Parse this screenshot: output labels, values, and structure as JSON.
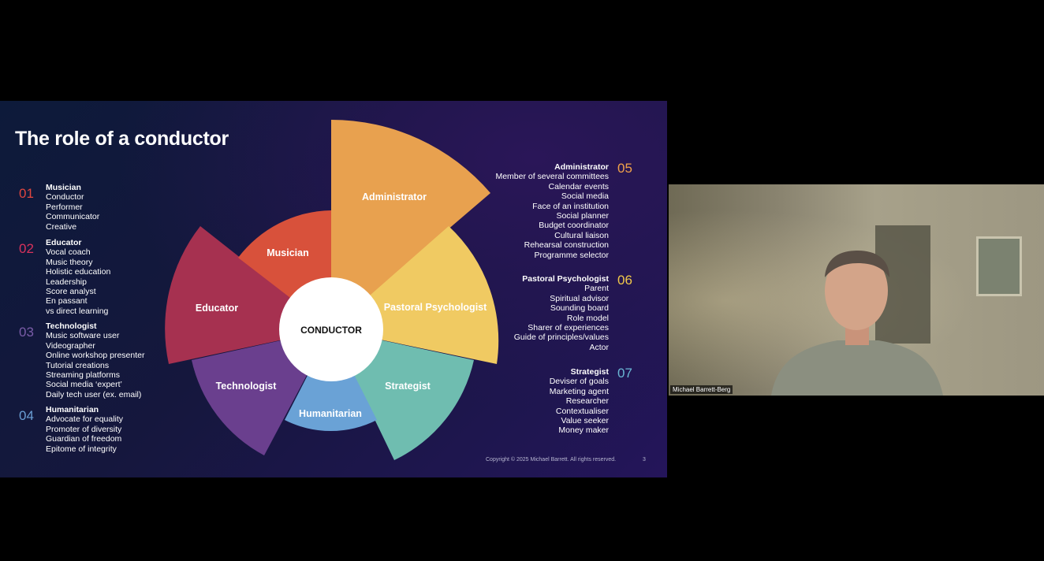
{
  "slide": {
    "title": "The role of a conductor",
    "left_roles": [
      {
        "number": "01",
        "heading": "Musician",
        "items": [
          "Conductor",
          "Performer",
          "Communicator",
          "Creative"
        ],
        "color": "#e0463f"
      },
      {
        "number": "02",
        "heading": "Educator",
        "items": [
          "Vocal coach",
          "Music theory",
          "Holistic education",
          "Leadership",
          "Score analyst",
          "En passant",
          "vs direct learning"
        ],
        "color": "#d9325c"
      },
      {
        "number": "03",
        "heading": "Technologist",
        "items": [
          "Music software user",
          "Videographer",
          "Online workshop presenter",
          "Tutorial creations",
          "Streaming platforms",
          "Social media ‘expert’",
          "Daily tech user (ex. email)"
        ],
        "color": "#7a5ca8"
      },
      {
        "number": "04",
        "heading": "Humanitarian",
        "items": [
          "Advocate for equality",
          "Promoter of diversity",
          "Guardian of freedom",
          "Epitome of integrity"
        ],
        "color": "#6a9ed4"
      }
    ],
    "right_roles": [
      {
        "number": "05",
        "heading": "Administrator",
        "items": [
          "Member of several committees",
          "Calendar events",
          "Social media",
          "Face of an institution",
          "Social planner",
          "Budget coordinator",
          "Cultural liaison",
          "Rehearsal construction",
          "Programme selector"
        ],
        "color": "#f0a14a"
      },
      {
        "number": "06",
        "heading": "Pastoral Psychologist",
        "items": [
          "Parent",
          "Spiritual advisor",
          "Sounding board",
          "Role model",
          "Sharer of experiences",
          "Guide of principles/values",
          "Actor"
        ],
        "color": "#f1c84a"
      },
      {
        "number": "07",
        "heading": "Strategist",
        "items": [
          "Deviser of goals",
          "Marketing agent",
          "Researcher",
          "Contextualiser",
          "Value seeker",
          "Money maker"
        ],
        "color": "#6ab7d4"
      }
    ],
    "wheel": {
      "center_label": "CONDUCTOR",
      "segments": [
        {
          "label": "Administrator",
          "color": "#e8a14f"
        },
        {
          "label": "Pastoral Psychologist",
          "color": "#f0ca62"
        },
        {
          "label": "Strategist",
          "color": "#6fbdb0"
        },
        {
          "label": "Humanitarian",
          "color": "#6aa2d6"
        },
        {
          "label": "Technologist",
          "color": "#6a3f8e"
        },
        {
          "label": "Educator",
          "color": "#a63150"
        },
        {
          "label": "Musician",
          "color": "#d8513b"
        }
      ]
    },
    "copyright": "Copyright © 2025 Michael Barrett. All rights reserved.",
    "page_number": "3"
  },
  "participant": {
    "name": "Michael Barrett-Berg"
  }
}
